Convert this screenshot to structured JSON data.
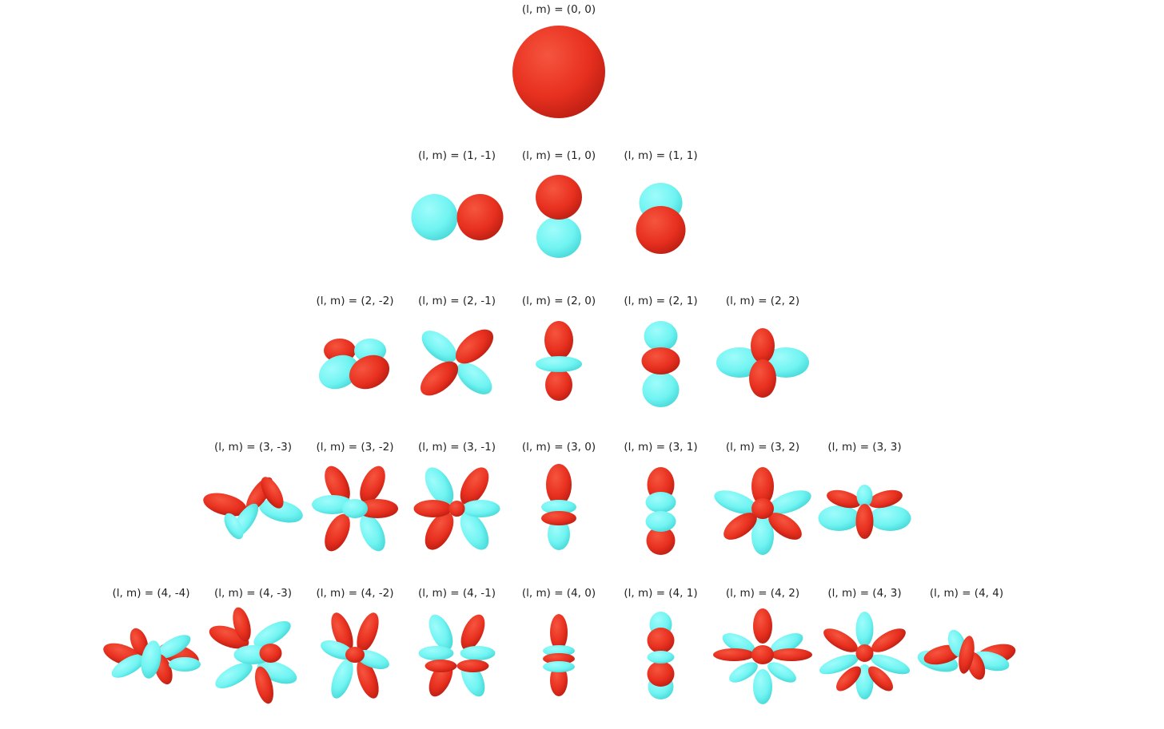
{
  "figure": {
    "colors": {
      "positive": "#e8301f",
      "negative": "#70f4f2"
    },
    "rows": [
      {
        "l": 0,
        "items": [
          {
            "m": 0,
            "label": "(l, m) = (0, 0)"
          }
        ]
      },
      {
        "l": 1,
        "items": [
          {
            "m": -1,
            "label": "(l, m) = (1, -1)"
          },
          {
            "m": 0,
            "label": "(l, m) = (1, 0)"
          },
          {
            "m": 1,
            "label": "(l, m) = (1, 1)"
          }
        ]
      },
      {
        "l": 2,
        "items": [
          {
            "m": -2,
            "label": "(l, m) = (2, -2)"
          },
          {
            "m": -1,
            "label": "(l, m) = (2, -1)"
          },
          {
            "m": 0,
            "label": "(l, m) = (2, 0)"
          },
          {
            "m": 1,
            "label": "(l, m) = (2, 1)"
          },
          {
            "m": 2,
            "label": "(l, m) = (2, 2)"
          }
        ]
      },
      {
        "l": 3,
        "items": [
          {
            "m": -3,
            "label": "(l, m) = (3, -3)"
          },
          {
            "m": -2,
            "label": "(l, m) = (3, -2)"
          },
          {
            "m": -1,
            "label": "(l, m) = (3, -1)"
          },
          {
            "m": 0,
            "label": "(l, m) = (3, 0)"
          },
          {
            "m": 1,
            "label": "(l, m) = (3, 1)"
          },
          {
            "m": 2,
            "label": "(l, m) = (3, 2)"
          },
          {
            "m": 3,
            "label": "(l, m) = (3, 3)"
          }
        ]
      },
      {
        "l": 4,
        "items": [
          {
            "m": -4,
            "label": "(l, m) = (4, -4)"
          },
          {
            "m": -3,
            "label": "(l, m) = (4, -3)"
          },
          {
            "m": -2,
            "label": "(l, m) = (4, -2)"
          },
          {
            "m": -1,
            "label": "(l, m) = (4, -1)"
          },
          {
            "m": 0,
            "label": "(l, m) = (4, 0)"
          },
          {
            "m": 1,
            "label": "(l, m) = (4, 1)"
          },
          {
            "m": 2,
            "label": "(l, m) = (4, 2)"
          },
          {
            "m": 3,
            "label": "(l, m) = (4, 3)"
          },
          {
            "m": 4,
            "label": "(l, m) = (4, 4)"
          }
        ]
      }
    ]
  }
}
